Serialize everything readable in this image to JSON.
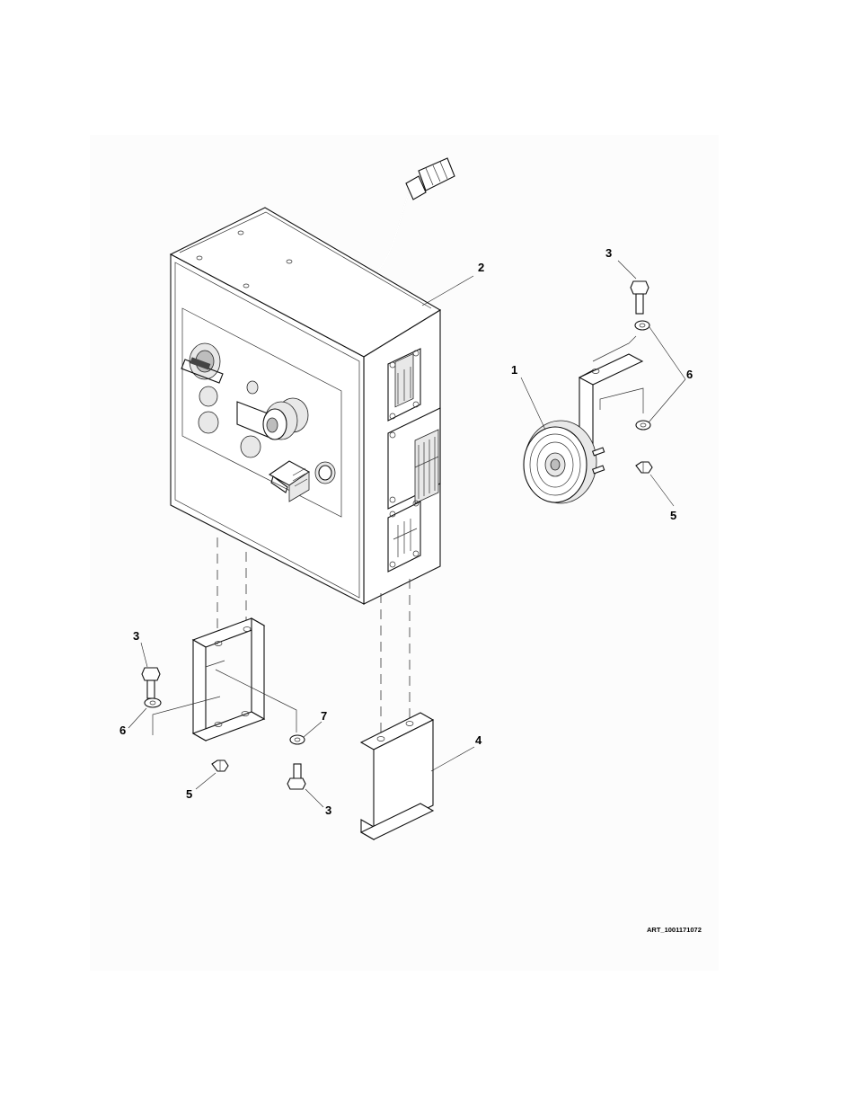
{
  "diagram": {
    "callouts": {
      "c_2": "2",
      "c_3_top": "3",
      "c_1": "1",
      "c_6_right": "6",
      "c_5_right": "5",
      "c_3_left": "3",
      "c_6_left": "6",
      "c_7": "7",
      "c_4": "4",
      "c_5_left": "5",
      "c_3_bottom": "3"
    },
    "art_id": "ART_1001171072"
  }
}
